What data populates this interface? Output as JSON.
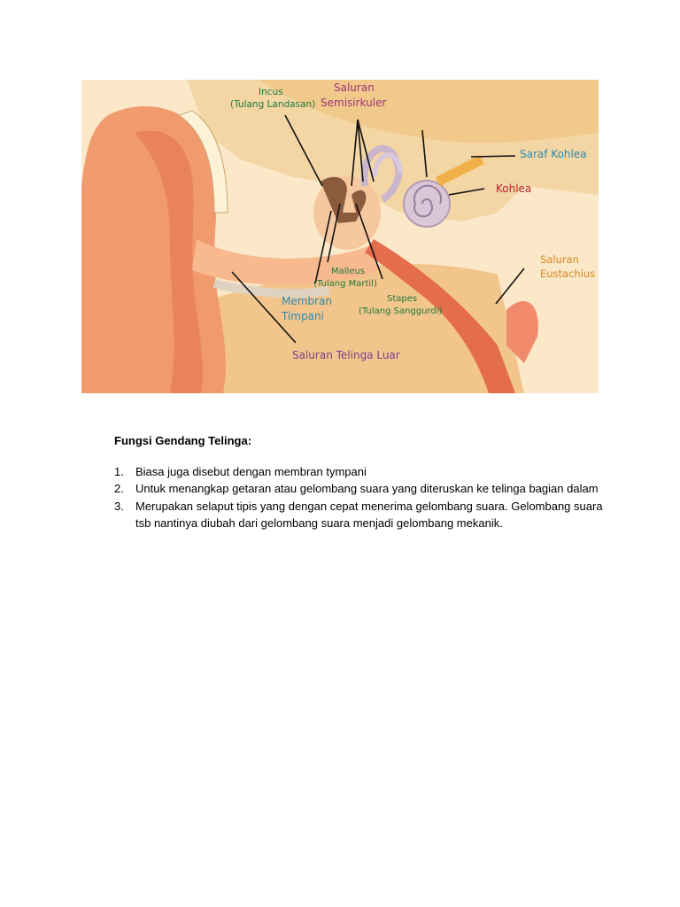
{
  "figure": {
    "labels": {
      "incus": "Incus",
      "incus_sub": "(Tulang Landasan)",
      "saluran_semi_1": "Saluran",
      "saluran_semi_2": "Semisirkuler",
      "saraf_kohlea": "Saraf Kohlea",
      "kohlea": "Kohlea",
      "saluran_eus_1": "Saluran",
      "saluran_eus_2": "Eustachius",
      "malleus": "Malleus",
      "malleus_sub": "(Tulang Martil)",
      "membran_1": "Membran",
      "membran_2": "Timpani",
      "stapes": "Stapes",
      "stapes_sub": "(Tulang Sanggurdi)",
      "saluran_luar": "Saluran Telinga Luar"
    },
    "colors": {
      "green_label": "#1f7a3a",
      "magenta_label": "#a0357a",
      "blue_label": "#2d8bb0",
      "red_label": "#b5252a",
      "orange_label": "#d4861f",
      "purple_label": "#7a3f8c"
    }
  },
  "document": {
    "heading": "Fungsi Gendang Telinga:",
    "items": [
      {
        "num": "1.",
        "text": "Biasa juga disebut dengan membran tympani"
      },
      {
        "num": "2.",
        "text": "Untuk menangkap getaran atau gelombang suara yang diteruskan ke telinga bagian dalam"
      },
      {
        "num": "3.",
        "text": "Merupakan selaput tipis yang dengan cepat menerima gelombang suara. Gelombang suara tsb nantinya diubah dari gelombang suara menjadi gelombang mekanik."
      }
    ]
  }
}
